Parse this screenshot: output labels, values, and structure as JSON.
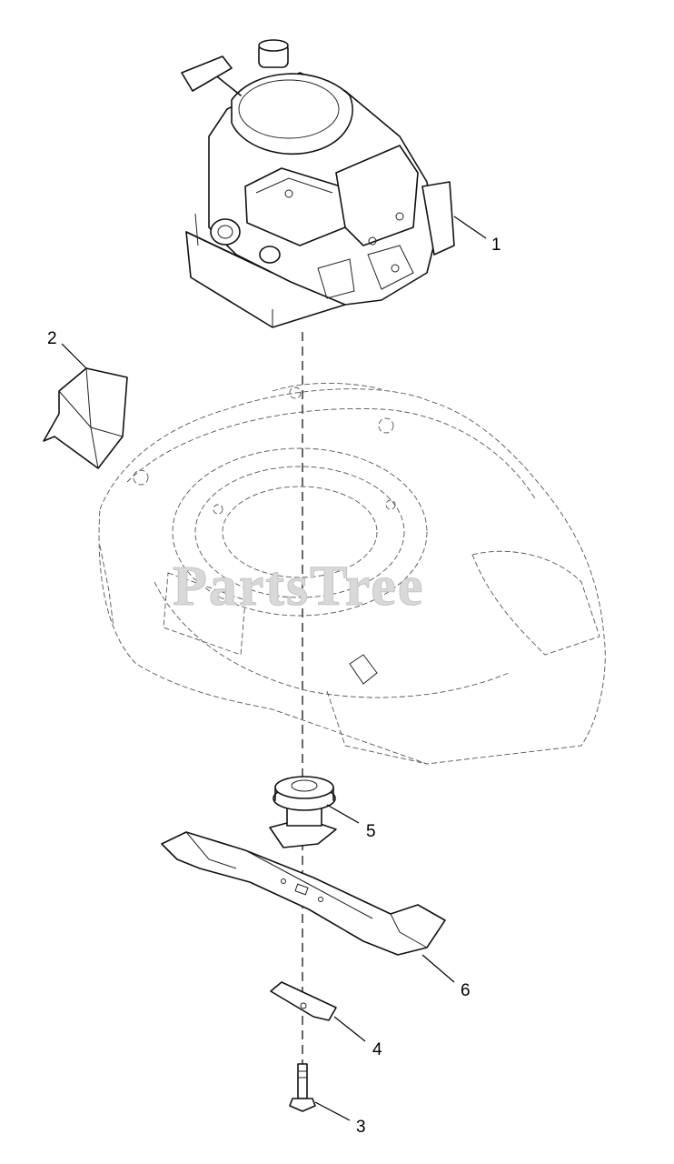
{
  "watermark": "PartsTree",
  "callouts": [
    {
      "id": "engine",
      "number": "1"
    },
    {
      "id": "chute",
      "number": "2"
    },
    {
      "id": "bolt",
      "number": "3"
    },
    {
      "id": "plate",
      "number": "4"
    },
    {
      "id": "adapter",
      "number": "5"
    },
    {
      "id": "blade",
      "number": "6"
    }
  ]
}
